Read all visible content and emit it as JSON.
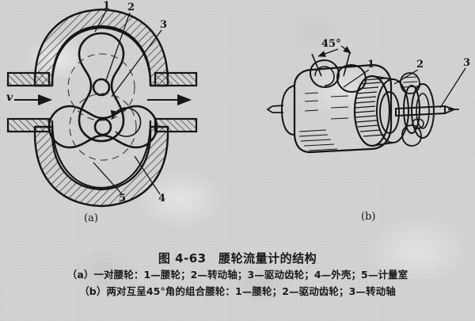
{
  "figure": {
    "title": "图 4-63　腰轮流量计的结构",
    "caption_a": "（a）一对腰轮：1—腰轮；2—转动轴；3—驱动齿轮；4—外壳；5—计量室",
    "caption_b": "（b）两对互呈45°角的组合腰轮：1—腰轮；2—驱动齿轮；3—转动轴",
    "background_color": "#d5d5d5",
    "ink_color": "#111111"
  },
  "panel_a": {
    "caption": "(a)",
    "flow_symbol": "v",
    "callouts": [
      {
        "id": "a1",
        "text": "1"
      },
      {
        "id": "a2",
        "text": "2"
      },
      {
        "id": "a3",
        "text": "3"
      },
      {
        "id": "a4",
        "text": "4"
      },
      {
        "id": "a5",
        "text": "5"
      }
    ]
  },
  "panel_b": {
    "caption": "(b)",
    "angle_label": "45°",
    "callouts": [
      {
        "id": "b1",
        "text": "1"
      },
      {
        "id": "b2",
        "text": "2"
      },
      {
        "id": "b3",
        "text": "3"
      }
    ]
  }
}
